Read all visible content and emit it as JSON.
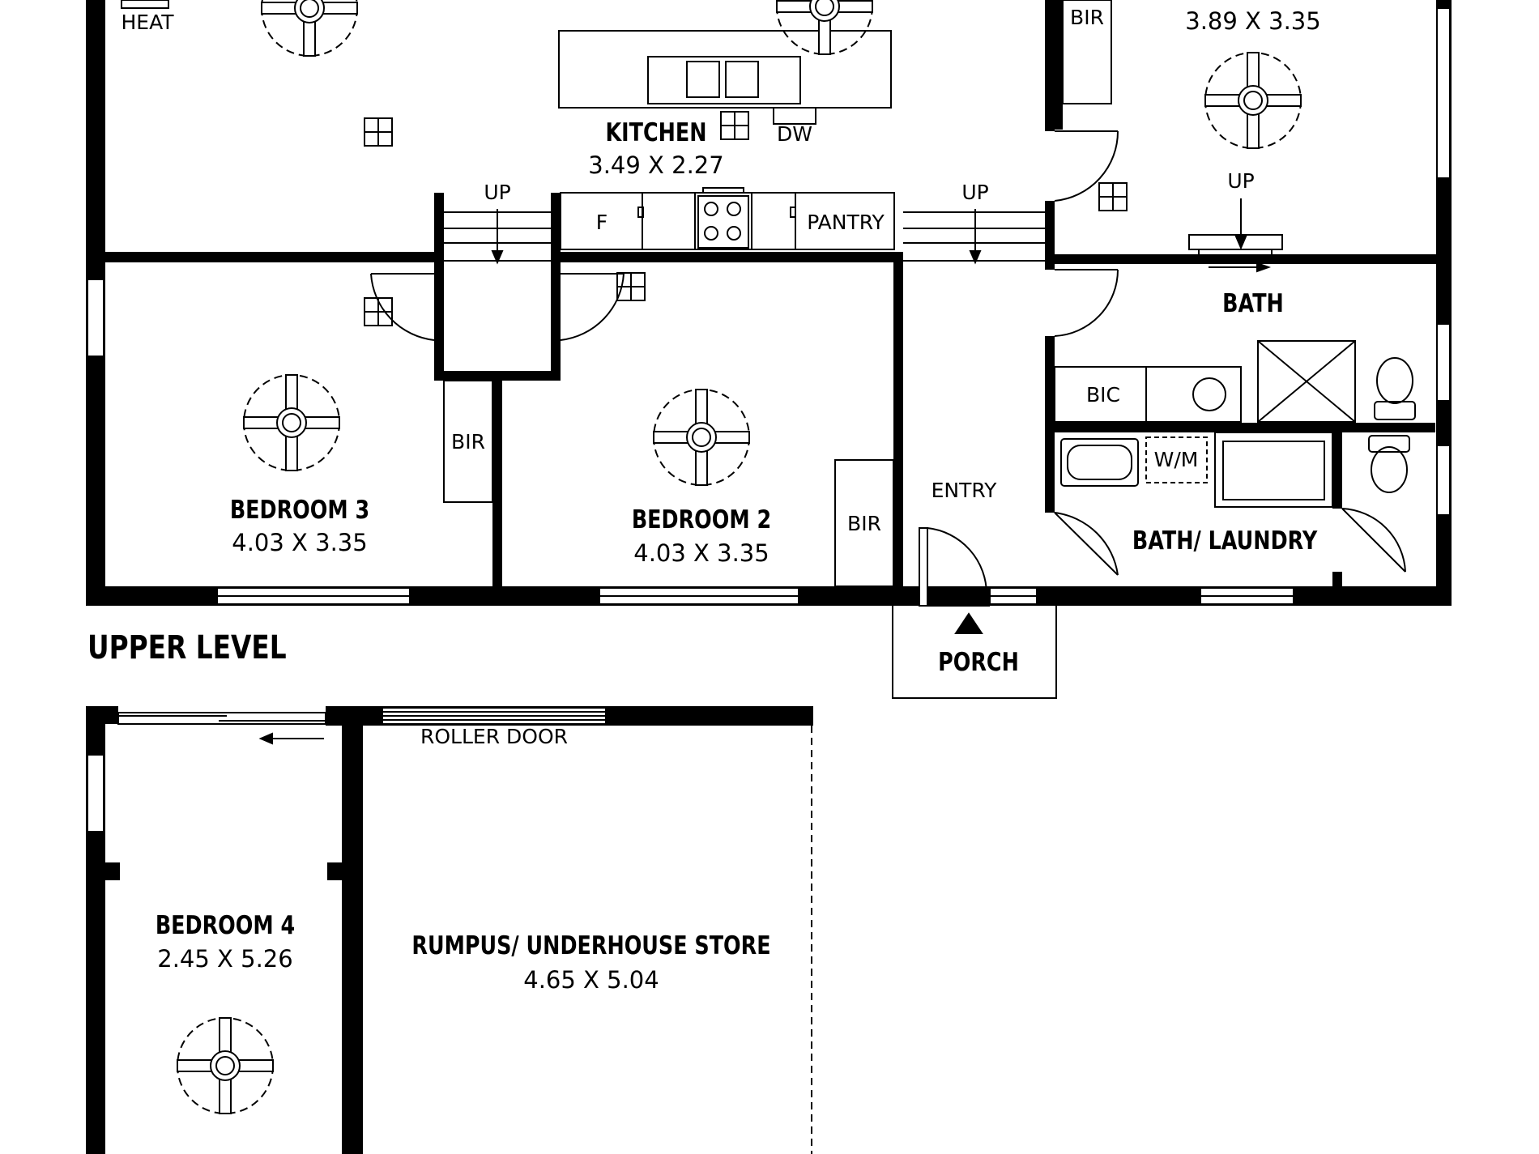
{
  "rooms": {
    "kitchen": {
      "name": "KITCHEN",
      "dims": "3.49 X 2.27"
    },
    "top_right": {
      "dims": "3.89 X 3.35"
    },
    "bedroom3": {
      "name": "BEDROOM 3",
      "dims": "4.03 X 3.35"
    },
    "bedroom2": {
      "name": "BEDROOM 2",
      "dims": "4.03 X 3.35"
    },
    "bath": {
      "name": "BATH"
    },
    "bath_laundry": {
      "name": "BATH/ LAUNDRY"
    },
    "porch": {
      "name": "PORCH"
    },
    "bedroom4": {
      "name": "BEDROOM 4",
      "dims": "2.45 X 5.26"
    },
    "rumpus": {
      "name": "RUMPUS/ UNDERHOUSE STORE",
      "dims": "4.65 X 5.04"
    }
  },
  "labels": {
    "heat": "HEAT",
    "bir": "BIR",
    "dw": "DW",
    "up": "UP",
    "fridge": "F",
    "pantry": "PANTRY",
    "bic": "BIC",
    "wm": "W/M",
    "entry": "ENTRY",
    "roller_door": "ROLLER DOOR"
  },
  "levels": {
    "upper": "UPPER LEVEL"
  }
}
